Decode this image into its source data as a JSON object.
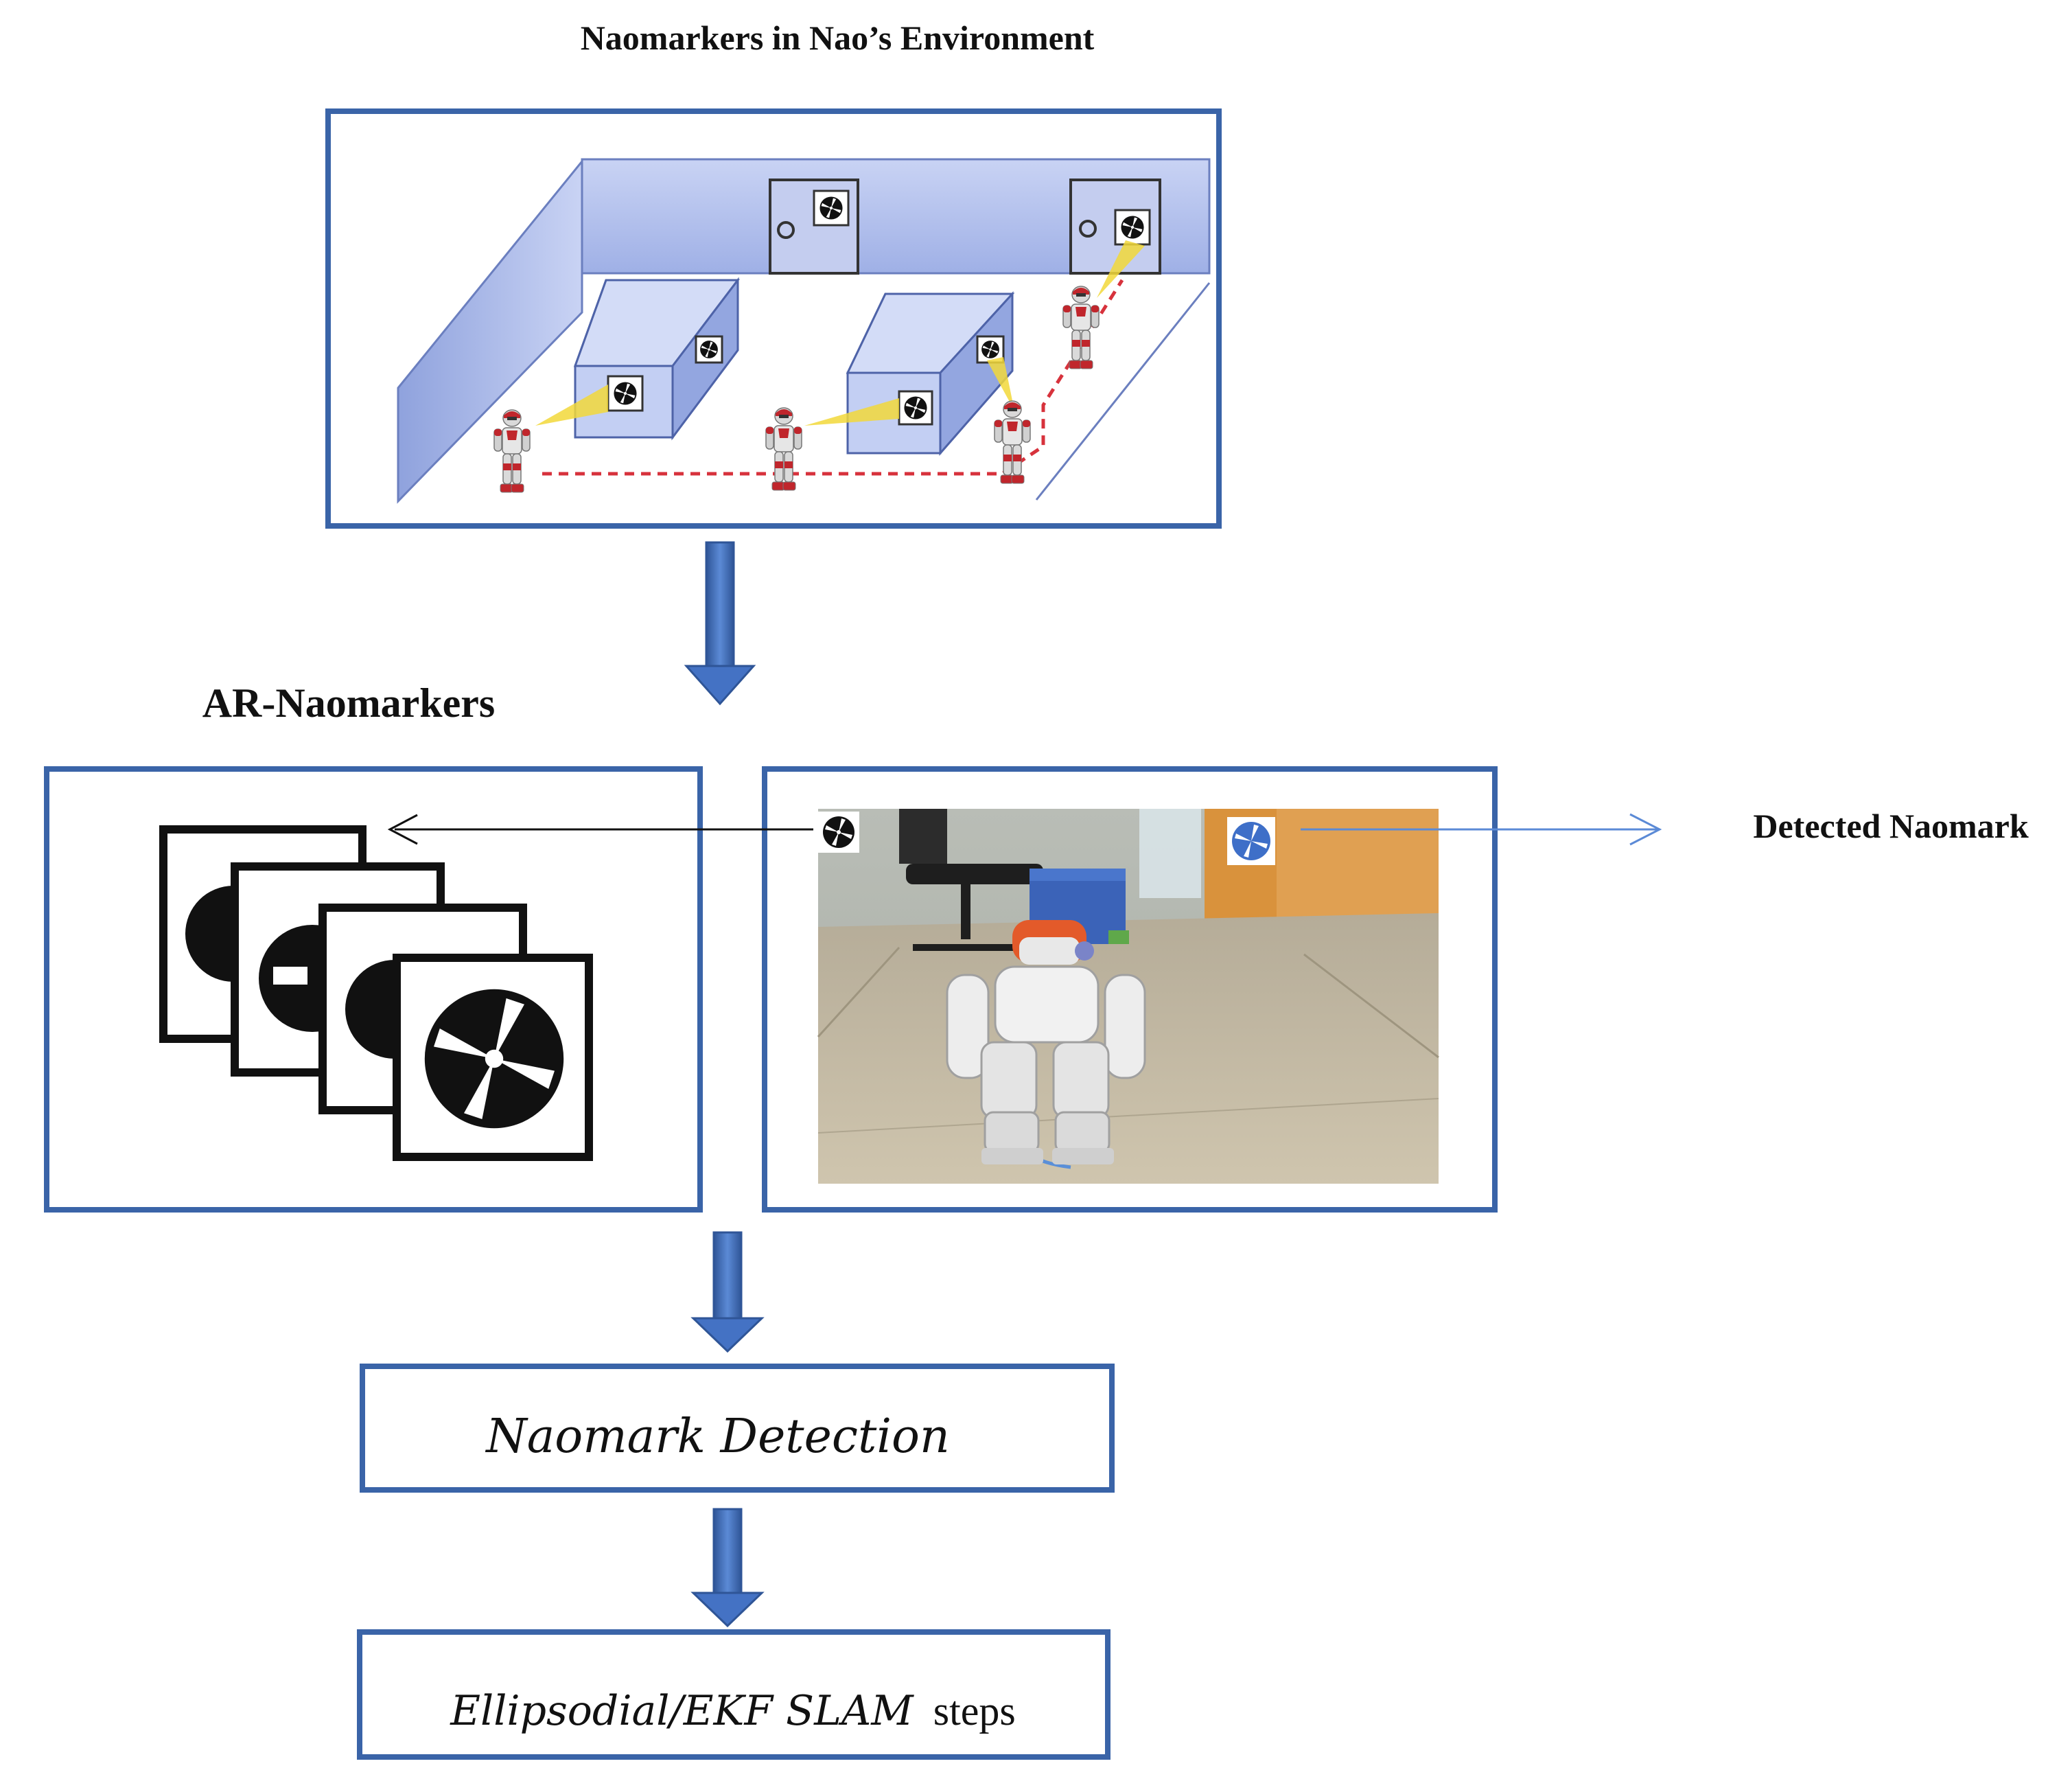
{
  "diagram": {
    "title": "Naomarkers in Nao’s Environment",
    "markers_heading": "AR-Naomarkers",
    "detected_label": "Detected Naomark",
    "detection_step": "Naomark Detection",
    "slam_step_italic": "Ellipsodial/EKF SLAM",
    "slam_step_rest": "steps"
  },
  "colors": {
    "box_border": "#3A64A8",
    "flow_arrow": "#4472C4",
    "wall_fill": "#BCC8F0",
    "marker_black": "#111111",
    "robot_red": "#C0262C",
    "view_cone": "#F2D83A",
    "path_dash": "#D7323C",
    "door_orange": "#D9923C",
    "floor_beige": "#C9BFA8",
    "robot_head": "#E35A2A"
  },
  "icons": {
    "environment_scene": "warehouse-scene-illustration",
    "naomark_stack": "naomark-stack-icon",
    "camera_view": "robot-camera-photo",
    "robot": "nao-robot-icon"
  }
}
